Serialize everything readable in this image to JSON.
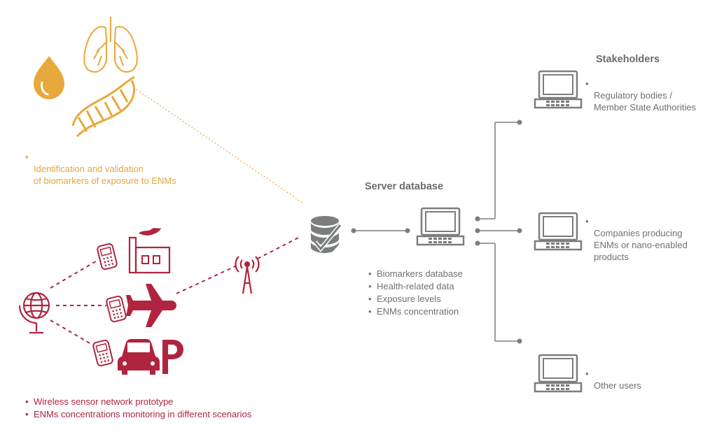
{
  "colors": {
    "orange": "#e7a93c",
    "crimson": "#b0243f",
    "gray": "#7b7d7e",
    "text_gray": "#6f7172"
  },
  "biomarkers": {
    "icons": [
      "drop-icon",
      "lungs-icon",
      "dna-icon"
    ],
    "bullets": [
      "Identification and validation\nof biomarkers of exposure to ENMs"
    ]
  },
  "sensor_network": {
    "icons": [
      "globe-icon",
      "phone-icon",
      "factory-icon",
      "airplane-icon",
      "car-icon",
      "parking-icon",
      "antenna-icon"
    ],
    "bullets": [
      "Wireless sensor network prototype",
      "ENMs concentrations monitoring in different scenarios"
    ]
  },
  "server": {
    "title": "Server database",
    "icons": [
      "database-check-icon",
      "laptop-icon"
    ],
    "bullets": [
      "Biomarkers database",
      "Health-related data",
      "Exposure levels",
      "ENMs concentration"
    ]
  },
  "stakeholders": {
    "title": "Stakeholders",
    "items": [
      "Regulatory bodies /\nMember State Authorities",
      "Companies producing\nENMs or nano-enabled\nproducts",
      "Other users"
    ]
  }
}
